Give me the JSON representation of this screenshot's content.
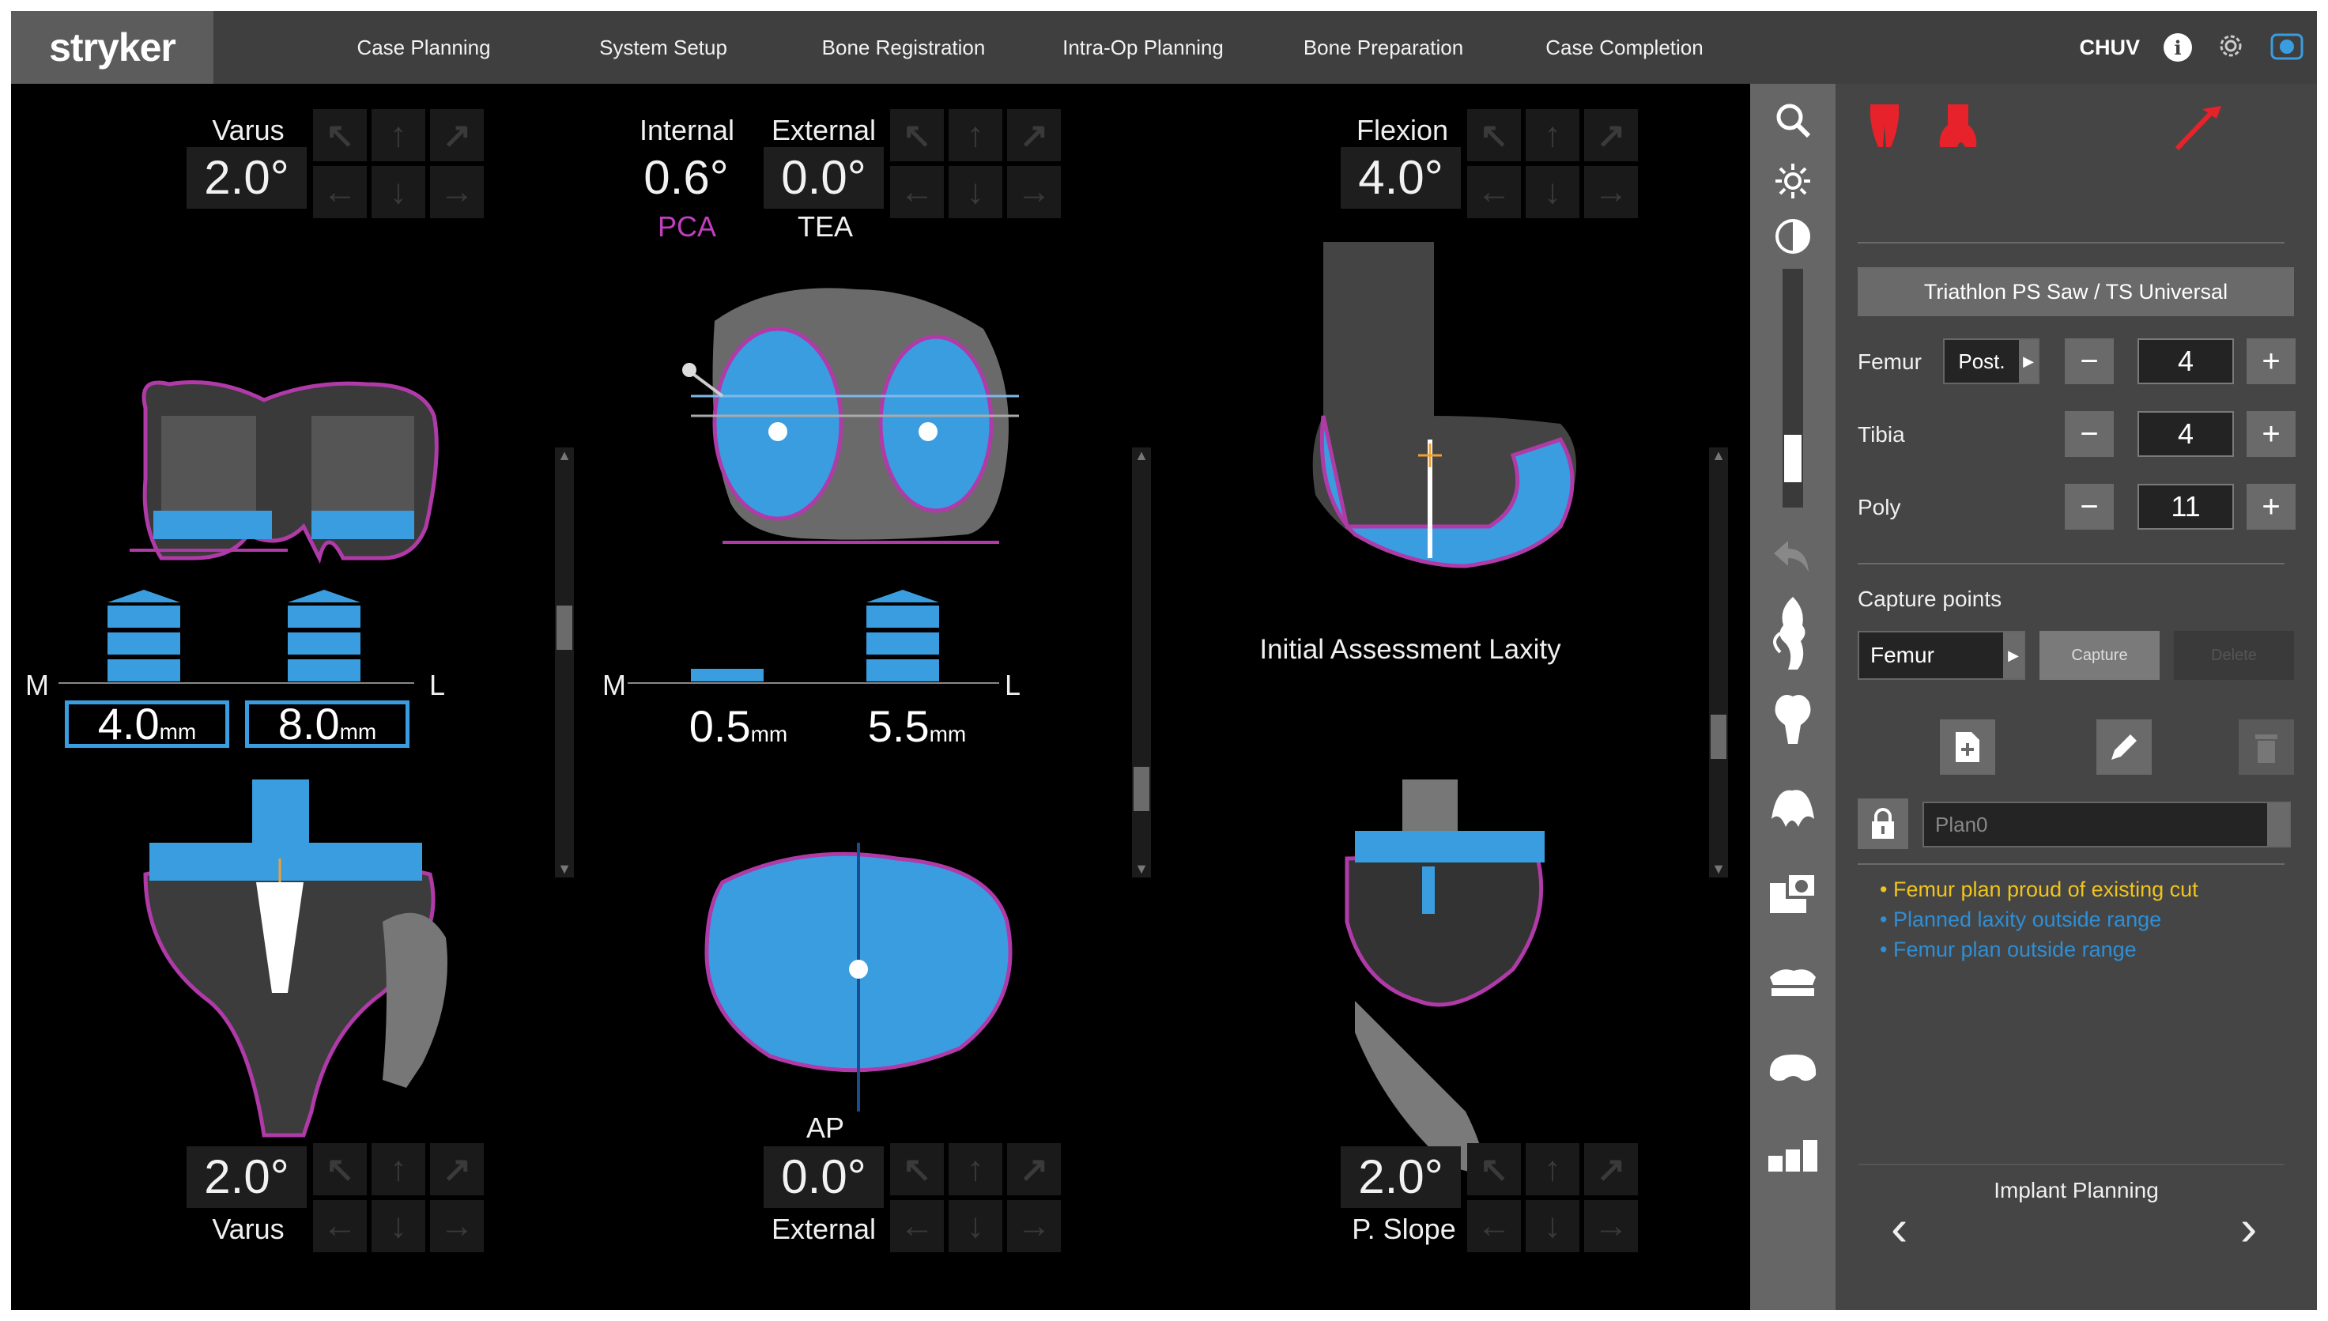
{
  "header": {
    "brand": "stryker",
    "nav": [
      "Case Planning",
      "System Setup",
      "Bone Registration",
      "Intra-Op Planning",
      "Bone Preparation",
      "Case Completion"
    ],
    "user": "CHUV",
    "icons": [
      "info-icon",
      "gear-icon",
      "camera-icon"
    ]
  },
  "views": {
    "top_left": {
      "label": "Varus",
      "value": "2.0°"
    },
    "top_mid": {
      "internal_label": "Internal",
      "internal_value": "0.6°",
      "pca": "PCA",
      "external_label": "External",
      "external_value": "0.0°",
      "tea": "TEA"
    },
    "top_right": {
      "label": "Flexion",
      "value": "4.0°"
    },
    "laxity_left": {
      "m": "M",
      "l": "L",
      "m_value": "4.0",
      "l_value": "8.0",
      "unit": "mm"
    },
    "laxity_mid": {
      "m": "M",
      "l": "L",
      "m_value": "0.5",
      "l_value": "5.5",
      "unit": "mm"
    },
    "assessment": "Initial Assessment Laxity",
    "bottom_left": {
      "value": "2.0°",
      "label": "Varus"
    },
    "bottom_mid": {
      "top_label": "AP",
      "value": "0.0°",
      "label": "External"
    },
    "bottom_right": {
      "value": "2.0°",
      "label": "P. Slope"
    }
  },
  "panel": {
    "implant": "Triathlon PS Saw / TS Universal",
    "femur": {
      "label": "Femur",
      "select": "Post.",
      "value": "4"
    },
    "tibia": {
      "label": "Tibia",
      "value": "4"
    },
    "poly": {
      "label": "Poly",
      "value": "11"
    },
    "minus": "−",
    "plus": "+",
    "capture_title": "Capture points",
    "capture_select": "Femur",
    "capture_btn": "Capture",
    "delete_btn": "Delete",
    "plan_placeholder": "Plan0",
    "warnings": [
      {
        "text": "Femur plan proud of existing cut",
        "color": "#f0c419"
      },
      {
        "text": "Planned laxity outside range",
        "color": "#2e8fd6"
      },
      {
        "text": "Femur plan outside range",
        "color": "#2e8fd6"
      }
    ],
    "footer": "Implant Planning",
    "prev": "‹",
    "next": "›"
  },
  "colors": {
    "implant_blue": "#3a9de0",
    "bone_outline": "#b03aa8",
    "header_bg": "#3f3f3f",
    "panel_bg": "#454545"
  }
}
